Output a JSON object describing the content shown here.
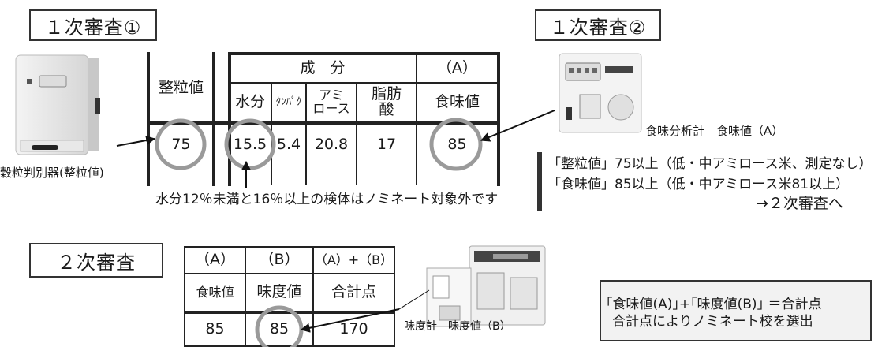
{
  "stage1a": {
    "label": "１次審査①"
  },
  "stage1b": {
    "label": "１次審査②"
  },
  "stage2": {
    "label": "２次審査"
  },
  "grain_device": {
    "caption": "穀粒判別器(整粒値)"
  },
  "taste_analyzer": {
    "caption": "食味分析計　食味値（A）"
  },
  "taste_meter": {
    "caption": "味度計　味度値（B）"
  },
  "table1": {
    "col_header_seiryu": "整粒値",
    "group_header": "成　分",
    "a_header": "（A）",
    "sub_headers": [
      "水分",
      "ﾀﾝﾊﾟｸ",
      "アミ\nロース",
      "脂肪\n酸",
      "食味値"
    ],
    "values": {
      "seiryu": "75",
      "suibun": "15.5",
      "tanpaku": "5.4",
      "amylose": "20.8",
      "shibousan": "17",
      "shokumi": "85"
    }
  },
  "moisture_note": "水分12％未満と16％以上の検体はノミネート対象外です",
  "criteria": {
    "line1": "「整粒値」75以上（低・中アミロース米、測定なし）",
    "line2": "「食味値」85以上（低・中アミロース米81以上）",
    "line3": "→２次審査へ"
  },
  "table2": {
    "headers": [
      "（A）",
      "（B）",
      "（A）+（B）"
    ],
    "subheaders": [
      "食味値",
      "味度値",
      "合計点"
    ],
    "values": [
      "85",
      "85",
      "170"
    ]
  },
  "formula_box": {
    "line1": "｢食味値(A)｣+｢味度値(B)｣ ＝合計点",
    "line2": "合計点によりノミネート校を選出"
  },
  "colors": {
    "circle": "#9a9a9a",
    "lines": "#222222",
    "box_bg": "#f2f2f2"
  }
}
